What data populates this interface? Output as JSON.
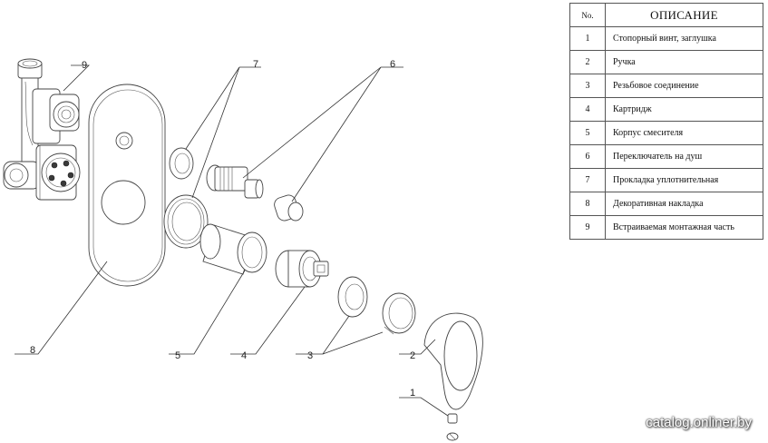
{
  "table": {
    "header_no": "No.",
    "header_desc": "ОПИСАНИЕ",
    "rows": [
      {
        "no": "1",
        "desc": "Стопорный винт, заглушка"
      },
      {
        "no": "2",
        "desc": "Ручка"
      },
      {
        "no": "3",
        "desc": "Резьбовое соединение"
      },
      {
        "no": "4",
        "desc": "Картридж"
      },
      {
        "no": "5",
        "desc": "Корпус смесителя"
      },
      {
        "no": "6",
        "desc": "Переключатель на душ"
      },
      {
        "no": "7",
        "desc": "Прокладка уплотнительная"
      },
      {
        "no": "8",
        "desc": "Декоративная накладка"
      },
      {
        "no": "9",
        "desc": "Встраиваемая монтажная часть"
      }
    ]
  },
  "callouts": {
    "c1": "1",
    "c2": "2",
    "c3": "3",
    "c4": "4",
    "c5": "5",
    "c6": "6",
    "c7": "7",
    "c8": "8",
    "c9": "9"
  },
  "watermark": "catalog.onliner.by"
}
